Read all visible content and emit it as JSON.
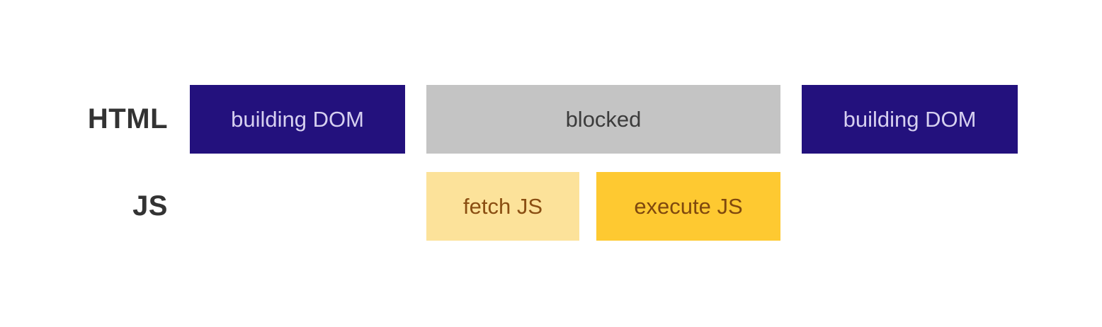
{
  "diagram": {
    "background": "#ffffff",
    "label_color": "#333333",
    "rows": {
      "html": {
        "label": "HTML",
        "segments": [
          {
            "label": "building DOM",
            "bg": "#23117d",
            "text_color": "#d6d0f0"
          },
          {
            "label": "blocked",
            "bg": "#c4c4c4",
            "text_color": "#3c3c3c"
          },
          {
            "label": "building DOM",
            "bg": "#23117d",
            "text_color": "#d6d0f0"
          }
        ]
      },
      "js": {
        "label": "JS",
        "segments": [
          {
            "label": "fetch JS",
            "bg": "#fce29a",
            "text_color": "#8a4e12"
          },
          {
            "label": "execute JS",
            "bg": "#fec931",
            "text_color": "#7f480e"
          }
        ]
      }
    }
  }
}
